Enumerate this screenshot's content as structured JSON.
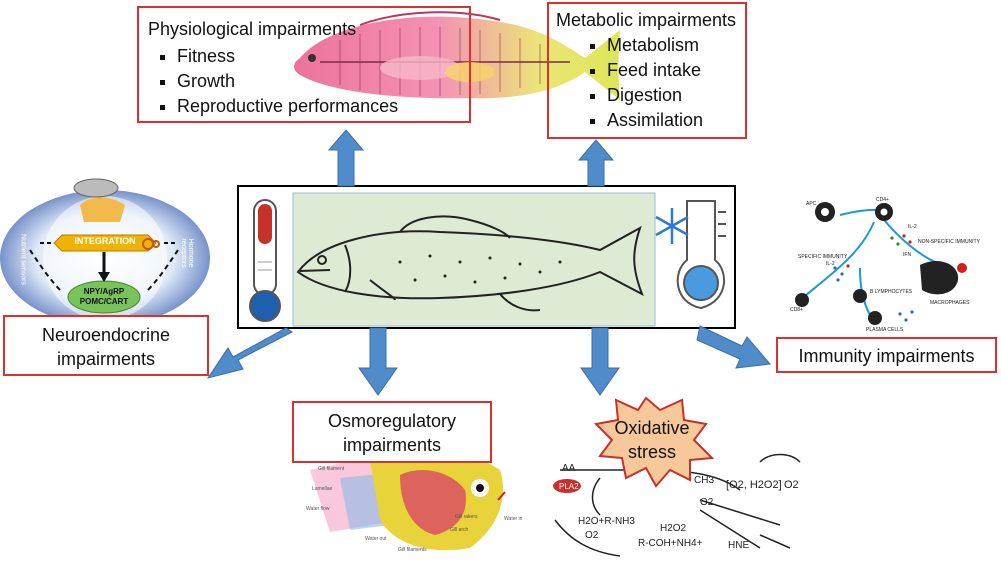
{
  "physiological": {
    "title": "Physiological impairments",
    "items": [
      "Fitness",
      "Growth",
      "Reproductive performances"
    ]
  },
  "metabolic": {
    "title": "Metabolic impairments",
    "items": [
      "Metabolism",
      "Feed intake",
      "Digestion",
      "Assimilation"
    ]
  },
  "neuroendocrine": {
    "line1": "Neuroendocrine",
    "line2": "impairments"
  },
  "immunity": {
    "title": "Immunity impairments"
  },
  "osmoregulatory": {
    "line1": "Osmoregulatory",
    "line2": "impairments"
  },
  "oxidative": {
    "line1": "Oxidative",
    "line2": "stress"
  },
  "neuro_figure": {
    "integration": "INTEGRATION",
    "npy": "NPY/AgRP",
    "pomc": "POMC/CART",
    "left_label": "Nutrient sensors",
    "right_label": "Hormone receptors"
  },
  "immune_figure": {
    "apc": "APC",
    "cd4": "CD4+",
    "il2_top": "IL-2",
    "ifn": "IFN",
    "nonspecific": "NON-SPECIFIC IMMUNITY",
    "specific": "SPECIFIC IMMUNITY",
    "il2_mid": "IL-2",
    "cd8": "CD8+",
    "b_lymph": "B LYMPHOCYTES",
    "macrophages": "MACROPHAGES",
    "plasma": "PLASMA CELLS"
  },
  "oxidative_figure": {
    "aa": "AA",
    "pla2": "PLA2",
    "ch3": "CH3",
    "o2_species": "[O2, H2O2]",
    "o2_right": "O2",
    "o2_mid": "O2",
    "h2o_rnh3": "H2O+R-NH3",
    "o2_low": "O2",
    "h2o2": "H2O2",
    "rcoh": "R-COH+NH4+",
    "hne": "HNE"
  },
  "gill_figure": {
    "gill_filament": "Gill filament",
    "lamellae": "Lamellae",
    "water_flow": "Water flow",
    "gill_rakers": "Gill rakers",
    "gill_arch": "Gill arch",
    "gill_filaments": "Gill filaments",
    "water_in": "Water in",
    "water_out": "Water out"
  },
  "colors": {
    "box_border": "#d93030",
    "arrow": "#4f8cc9",
    "center_bg": "#ddebd4",
    "thermo_hot": "#c8302a",
    "thermo_cold": "#1f5fb0"
  }
}
